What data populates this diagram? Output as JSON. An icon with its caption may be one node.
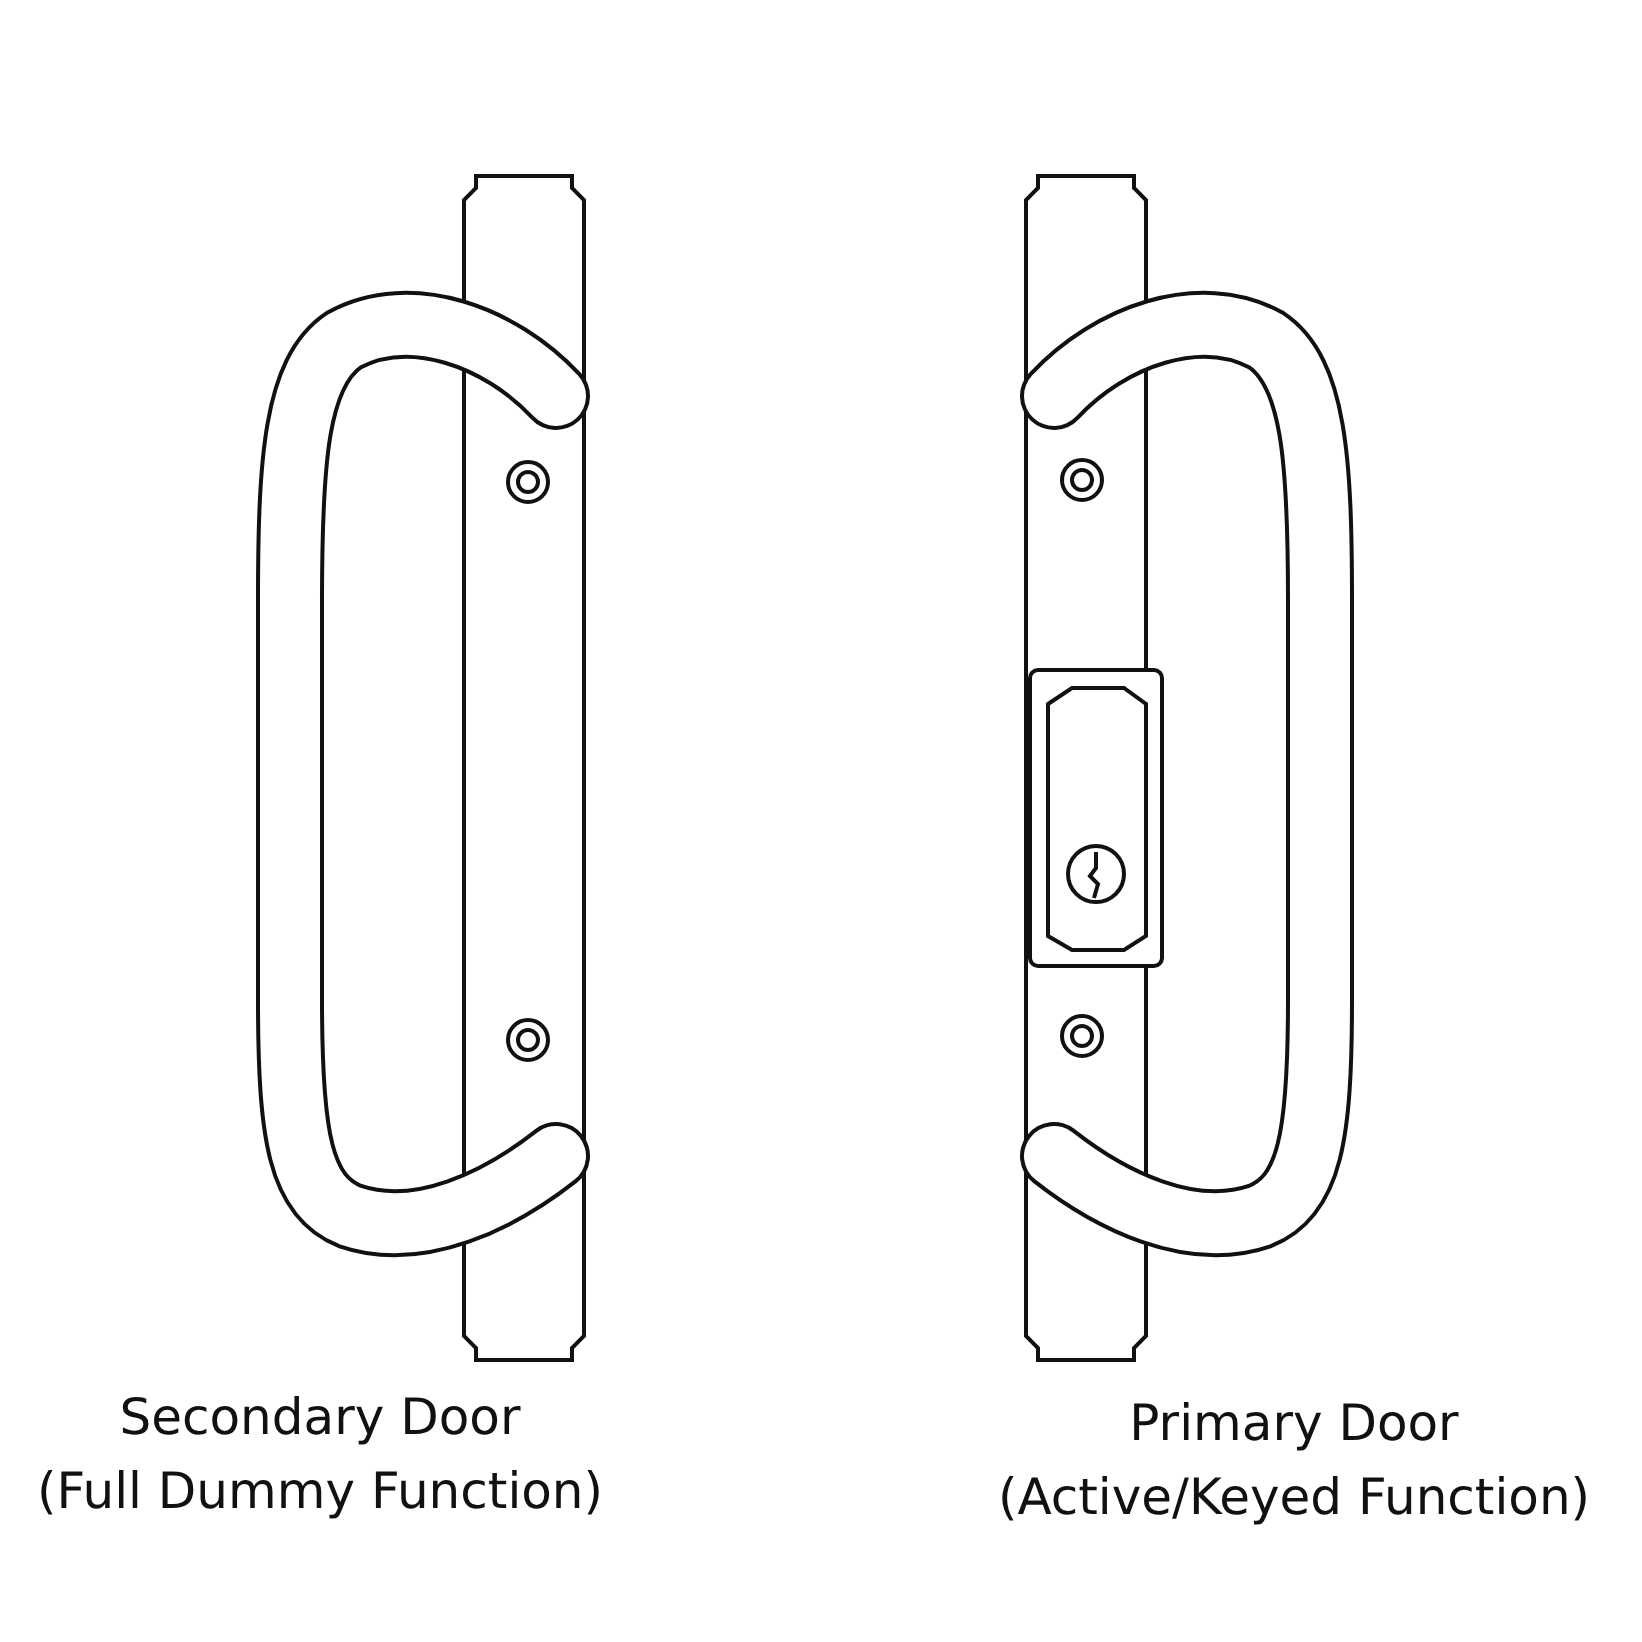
{
  "diagram": {
    "labels": [
      "Secondary Door",
      "(Full Dummy Function)",
      "Primary Door",
      "(Active/Keyed Function)"
    ]
  }
}
